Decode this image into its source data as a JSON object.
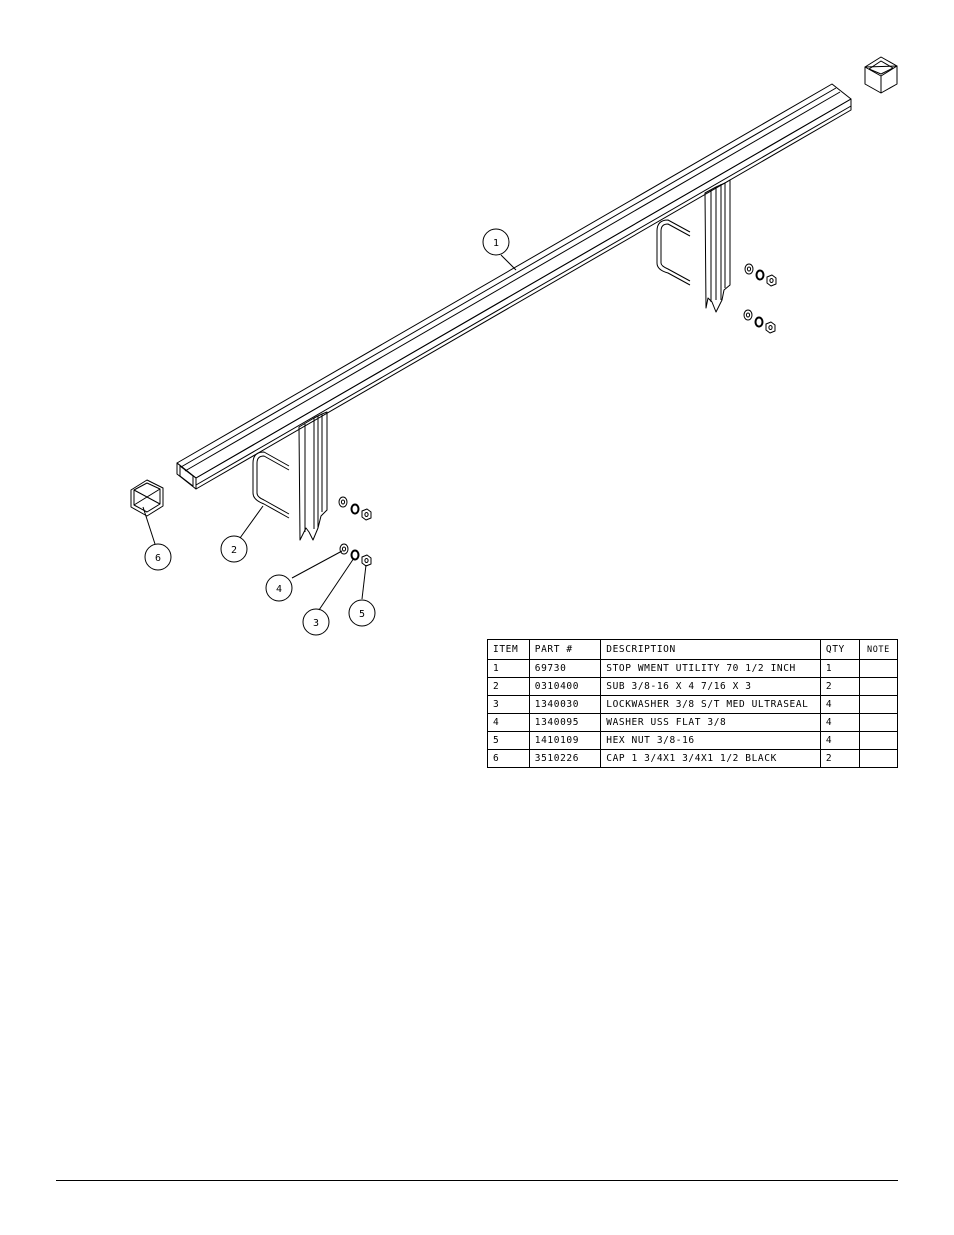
{
  "balloons": [
    "1",
    "2",
    "3",
    "4",
    "5",
    "6"
  ],
  "bom": {
    "headers": {
      "item": "ITEM",
      "part": "PART #",
      "description": "DESCRIPTION",
      "qty": "QTY",
      "note": "NOTE"
    },
    "rows": [
      {
        "item": "1",
        "part": "69730",
        "description": "STOP WMENT UTILITY 70 1/2 INCH",
        "qty": "1",
        "note": ""
      },
      {
        "item": "2",
        "part": "0310400",
        "description": "SUB 3/8-16 X 4 7/16 X 3",
        "qty": "2",
        "note": ""
      },
      {
        "item": "3",
        "part": "1340030",
        "description": "LOCKWASHER 3/8 S/T MED ULTRASEAL",
        "qty": "4",
        "note": ""
      },
      {
        "item": "4",
        "part": "1340095",
        "description": "WASHER USS FLAT 3/8",
        "qty": "4",
        "note": ""
      },
      {
        "item": "5",
        "part": "1410109",
        "description": "HEX NUT 3/8-16",
        "qty": "4",
        "note": ""
      },
      {
        "item": "6",
        "part": "3510226",
        "description": "CAP 1 3/4X1 3/4X1 1/2 BLACK",
        "qty": "2",
        "note": ""
      }
    ]
  }
}
